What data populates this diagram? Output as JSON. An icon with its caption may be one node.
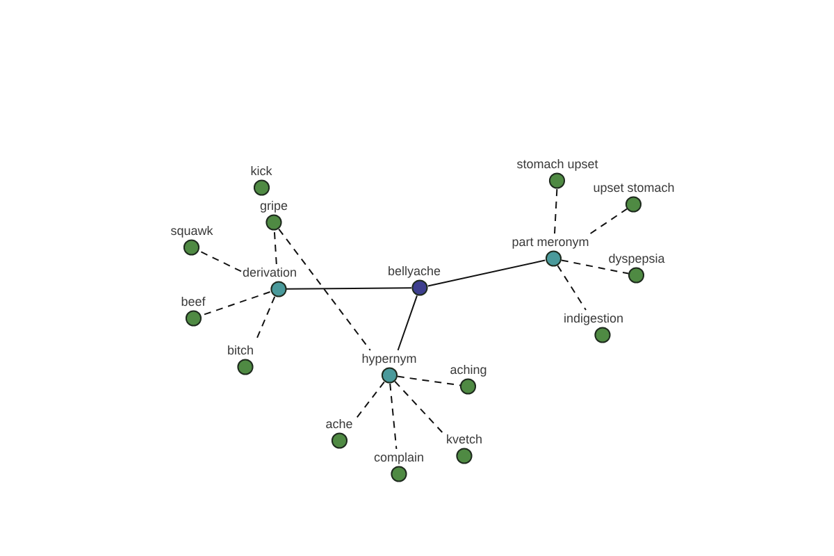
{
  "diagram": {
    "nodes": [
      {
        "text": [
          "stomach upset"
        ]
      },
      {
        "text": [
          "kick"
        ]
      },
      {
        "text": [
          "upset stomach"
        ]
      },
      {
        "text": [
          "gripe"
        ]
      },
      {
        "text": [
          "squawk"
        ]
      },
      {
        "text": [
          "part meronym"
        ]
      },
      {
        "text": [
          "dyspepsia"
        ]
      },
      {
        "text": [
          "bellyache"
        ]
      },
      {
        "text": [
          "derivation"
        ]
      },
      {
        "text": [
          "beef"
        ]
      },
      {
        "text": [
          "indigestion"
        ]
      },
      {
        "text": [
          "bitch"
        ]
      },
      {
        "text": [
          "hypernym"
        ]
      },
      {
        "text": [
          "aching"
        ]
      },
      {
        "text": [
          "ache"
        ]
      },
      {
        "text": [
          "kvetch"
        ]
      },
      {
        "text": [
          "complain"
        ]
      }
    ],
    "edges": [
      {
        "from": 8,
        "to": 7,
        "arrow": "none"
      },
      {
        "from": 7,
        "to": 12,
        "arrow": "none"
      },
      {
        "from": 7,
        "to": 5,
        "arrow": "none"
      },
      {
        "from": 8,
        "to": 3,
        "arrow": "none",
        "style": "dashed"
      },
      {
        "from": 8,
        "to": 4,
        "arrow": "none",
        "style": "dashed"
      },
      {
        "from": 8,
        "to": 9,
        "arrow": "none",
        "style": "dashed"
      },
      {
        "from": 8,
        "to": 11,
        "arrow": "none",
        "style": "dashed"
      },
      {
        "from": 3,
        "to": 12,
        "arrow": "none",
        "style": "dashed"
      },
      {
        "from": 12,
        "to": 13,
        "arrow": "none",
        "style": "dashed"
      },
      {
        "from": 12,
        "to": 14,
        "arrow": "none",
        "style": "dashed"
      },
      {
        "from": 12,
        "to": 16,
        "arrow": "none",
        "style": "dashed"
      },
      {
        "from": 12,
        "to": 15,
        "arrow": "none",
        "style": "dashed"
      },
      {
        "from": 5,
        "to": 0,
        "arrow": "none",
        "style": "dashed"
      },
      {
        "from": 5,
        "to": 2,
        "arrow": "none",
        "style": "dashed"
      },
      {
        "from": 5,
        "to": 6,
        "arrow": "none",
        "style": "dashed"
      },
      {
        "from": 5,
        "to": 10,
        "arrow": "none",
        "style": "dashed"
      }
    ]
  }
}
